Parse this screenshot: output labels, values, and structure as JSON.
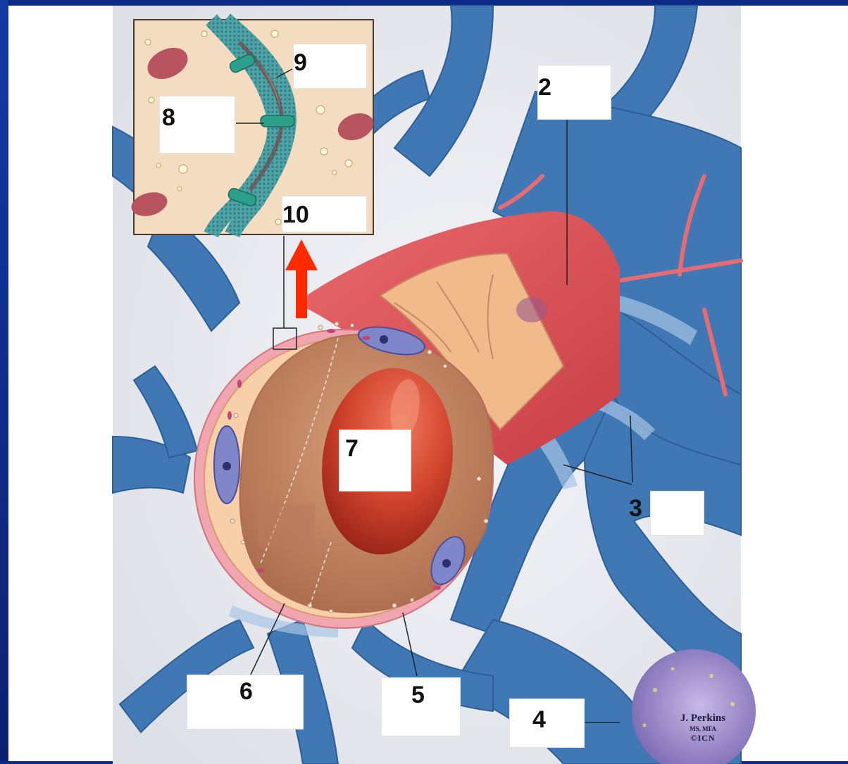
{
  "labels": {
    "l2": "2",
    "l3": "3",
    "l4": "4",
    "l5": "5",
    "l6": "6",
    "l7": "7",
    "l8": "8",
    "l9": "9",
    "l10": "10"
  },
  "credit": {
    "name": "J. Perkins",
    "degrees": "MS, MFA",
    "logo": "©ICN"
  },
  "colors": {
    "slide_border": "#0b2a86",
    "astrocyte_blue": "#3f78b5",
    "endothelium_red": "#dc4e56",
    "inset_background": "#f3dcc0",
    "arrow_red": "#ff2a00"
  }
}
